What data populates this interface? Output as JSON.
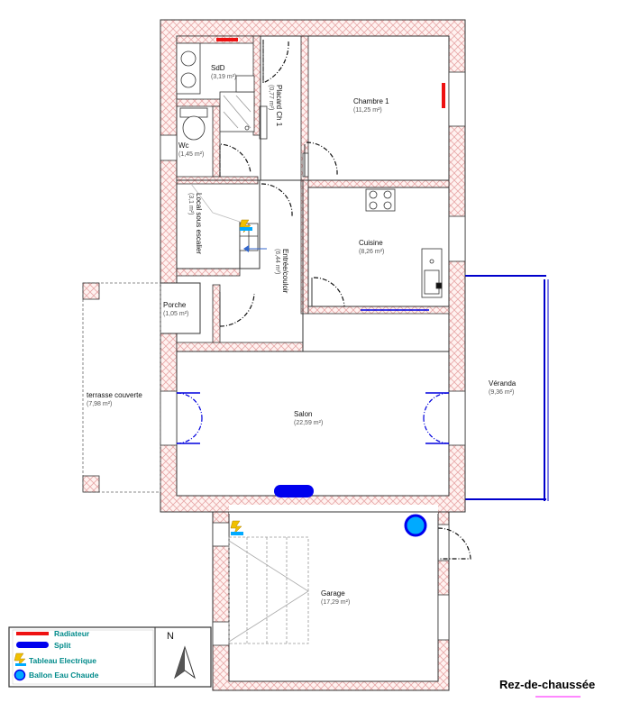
{
  "title": "Rez-de-chaussée",
  "rooms": {
    "sdd": {
      "name": "SdD",
      "area": "(3,19 m²)"
    },
    "placard": {
      "area": "(0,77 m²)",
      "name": "Placard Ch 1"
    },
    "chambre": {
      "name": "Chambre 1",
      "area": "(11,25 m²)"
    },
    "wc": {
      "name": "Wc",
      "area": "(1,45 m²)"
    },
    "local": {
      "area": "(3,1 m²)",
      "name": "Local sous escalier"
    },
    "entree": {
      "area": "(6,44 m²)",
      "name": "Entrée/couloir"
    },
    "cuisine": {
      "name": "Cuisine",
      "area": "(8,26 m²)"
    },
    "porche": {
      "name": "Porche",
      "area": "(1,05 m²)"
    },
    "terrasse": {
      "name": "terrasse couverte",
      "area": "(7,98 m²)"
    },
    "veranda": {
      "name": "Véranda",
      "area": "(9,36 m²)"
    },
    "salon": {
      "name": "Salon",
      "area": "(22,59 m²)"
    },
    "garage": {
      "name": "Garage",
      "area": "(17,29 m²)"
    }
  },
  "legend": {
    "radiateur": "Radiateur",
    "split": "Split",
    "tableau": "Tableau Electrique",
    "ballon": "Ballon Eau Chaude",
    "north": "N"
  },
  "colors": {
    "wall_hatch": "#e8a8a8",
    "radiator": "#ee1111",
    "split": "#0000ee",
    "legend_text": "#008a8a",
    "water_heater": "#00aaff",
    "electric": "#f0c000",
    "title_underline": "#ff88ff"
  }
}
